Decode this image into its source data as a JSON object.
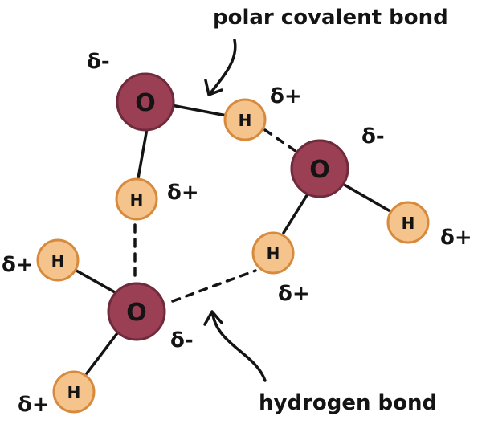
{
  "labels": {
    "polar_bond": "polar covalent bond",
    "hydrogen_bond": "hydrogen bond",
    "oxygen": "O",
    "hydrogen": "H",
    "delta_minus": "δ-",
    "delta_plus": "δ+"
  },
  "colors": {
    "oxygen_fill": "#9b3f55",
    "hydrogen_fill": "#f5c38c",
    "hydrogen_stroke": "#d88a3c"
  }
}
